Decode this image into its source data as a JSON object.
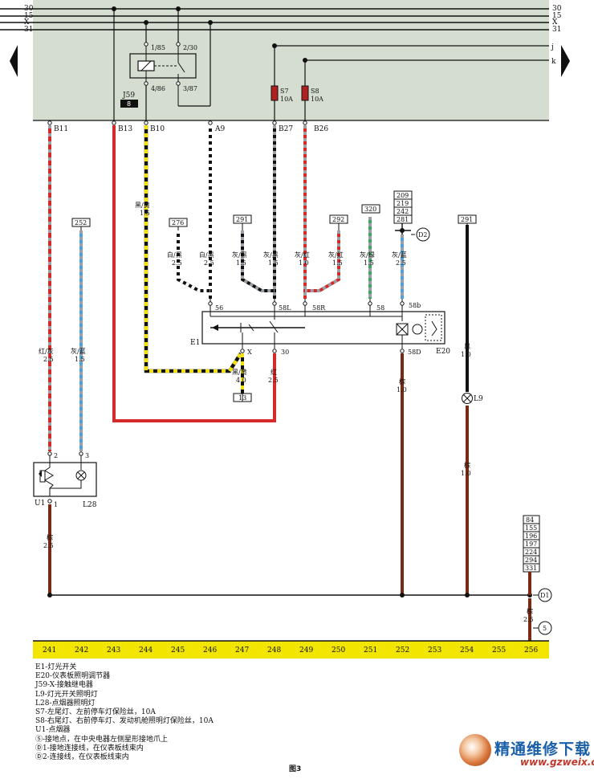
{
  "bus_lines": [
    {
      "id": "30",
      "label": "30"
    },
    {
      "id": "15",
      "label": "15"
    },
    {
      "id": "X",
      "label": "X"
    },
    {
      "id": "31",
      "label": "31"
    }
  ],
  "side_lines": [
    {
      "id": "j",
      "label": "j"
    },
    {
      "id": "k",
      "label": "k"
    }
  ],
  "relay": {
    "name": "J59",
    "slot": "8",
    "pins": [
      "1/85",
      "2/30",
      "4/86",
      "3/87"
    ]
  },
  "fuses": [
    {
      "name": "S7",
      "rating": "10A"
    },
    {
      "name": "S8",
      "rating": "10A"
    }
  ],
  "connectors": [
    "B11",
    "B13",
    "B10",
    "A9",
    "B27",
    "B26"
  ],
  "wires": {
    "b10": {
      "color": "黑/黄",
      "size": "1.5"
    },
    "w276": {
      "color": "白/黑",
      "size": "2.5"
    },
    "a9": {
      "color": "白/黑",
      "size": "2.5"
    },
    "w291": {
      "color": "灰/黑",
      "size": "1.5"
    },
    "b27": {
      "color": "灰/黑",
      "size": "1.5"
    },
    "b26": {
      "color": "灰/红",
      "size": "1.0"
    },
    "w292": {
      "color": "灰/红",
      "size": "1.5"
    },
    "w320": {
      "color": "灰/绿",
      "size": "1.5"
    },
    "w58b": {
      "color": "灰/蓝",
      "size": "2.5"
    },
    "b11": {
      "color": "红/灰",
      "size": "2.5"
    },
    "w252": {
      "color": "灰/蓝",
      "size": "1.5"
    },
    "x40": {
      "color": "黑/黄",
      "size": "4.0"
    },
    "red30": {
      "color": "红",
      "size": "2.5"
    },
    "w58d": {
      "color": "棕",
      "size": "1.0"
    },
    "l9top": {
      "color": "黑",
      "size": "1.0"
    },
    "l9bot": {
      "color": "棕",
      "size": "1.0"
    },
    "u1": {
      "color": "棕",
      "size": "2.5"
    },
    "ground": {
      "color": "棕",
      "size": "2.5"
    }
  },
  "refs": {
    "r276": "276",
    "r291a": "291",
    "r292": "292",
    "r320": "320",
    "r252": "252",
    "r291b": "291",
    "r13": "13",
    "stack_top": [
      "209",
      "219",
      "242",
      "281"
    ],
    "stack_bottom": [
      "84",
      "155",
      "196",
      "197",
      "224",
      "294",
      "331"
    ]
  },
  "switch_e1": {
    "name": "E1",
    "dimmer": "E20",
    "pins": [
      "56",
      "58L",
      "58R",
      "58",
      "58b",
      "X",
      "30",
      "58D"
    ]
  },
  "components": {
    "u1": "U1",
    "l28": "L28",
    "l9": "L9",
    "u1_pins": [
      "2",
      "3",
      "1"
    ]
  },
  "circles": {
    "d1": "D1",
    "d2": "D2",
    "five": "5"
  },
  "column_numbers": [
    "241",
    "242",
    "243",
    "244",
    "245",
    "246",
    "247",
    "248",
    "249",
    "250",
    "251",
    "252",
    "253",
    "254",
    "255",
    "256"
  ],
  "legend": [
    "E1-灯光开关",
    "E20-仪表板照明调节器",
    "J59-X-接触继电器",
    "L9-灯光开关照明灯",
    "L28-点烟器照明灯",
    "S7-左尾灯、左前停车灯保险丝，10A",
    "S8-右尾灯、右前停车灯、发动机舱照明灯保险丝，10A",
    "U1-点烟器",
    "⑤-接地点，在中央电器左侧星形接地爪上",
    "Ⓓ1-接地连接线，在仪表板线束内",
    "Ⓓ2-连接线，在仪表板线束内"
  ],
  "caption": "图3",
  "watermark": {
    "text": "精通维修下载",
    "url": "www.gzweix.com"
  },
  "colors": {
    "panel": "#d4ddd0",
    "ground_bar": "#f2e600",
    "red": "#d42a2a",
    "black": "#111111",
    "yellow": "#f0e010",
    "gray": "#9aa0a6",
    "white": "#ffffff",
    "blue": "#4aa3e0",
    "green": "#3aa860",
    "brown": "#7a2a14"
  }
}
